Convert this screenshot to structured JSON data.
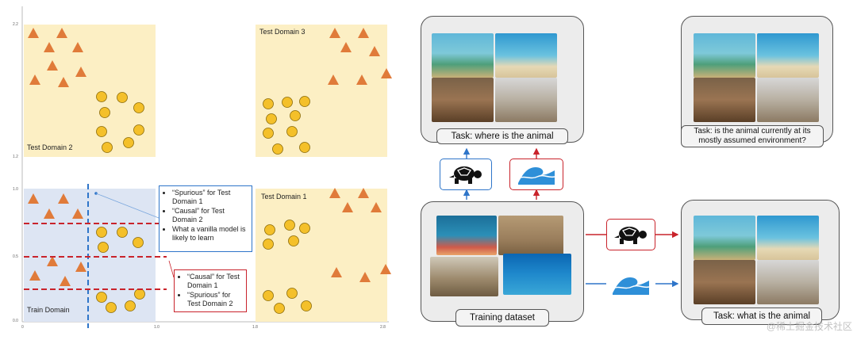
{
  "left_plot": {
    "domains": {
      "test2": "Test Domain 2",
      "test3": "Test Domain 3",
      "test1": "Test Domain 1",
      "train": "Train Domain"
    },
    "y_ticks": [
      "2.2",
      "1.2",
      "1.0",
      "0.5",
      "0.0"
    ],
    "x_ticks": [
      "0",
      "1.0",
      "1.8",
      "2.8"
    ],
    "callout_blue": [
      "“Spurious” for Test Domain 1",
      "“Causal” for Test Domain 2",
      "What a vanilla model is likely to learn"
    ],
    "callout_red": [
      "“Causal” for Test Domain 1",
      "“Spurious” for Test Domain 2"
    ],
    "colors": {
      "test_bg": "#fcefc4",
      "train_bg": "#dde5f3",
      "triangle": "#e07b3a",
      "circle": "#f4c02a",
      "blue_line": "#2e75c9",
      "red_line": "#c9232b"
    }
  },
  "right_diagram": {
    "task_top_left": "Task: where is the animal",
    "task_top_right": "Task: is the animal currently at its mostly assumed environment?",
    "task_bottom_right": "Task: what is the animal",
    "training_label": "Training dataset",
    "icons": [
      "turtle-icon",
      "wave-icon"
    ],
    "colors": {
      "panel_bg": "#ececec",
      "blue": "#2e75c9",
      "red": "#c9232b"
    }
  },
  "watermark": "@稀土掘金技术社区"
}
